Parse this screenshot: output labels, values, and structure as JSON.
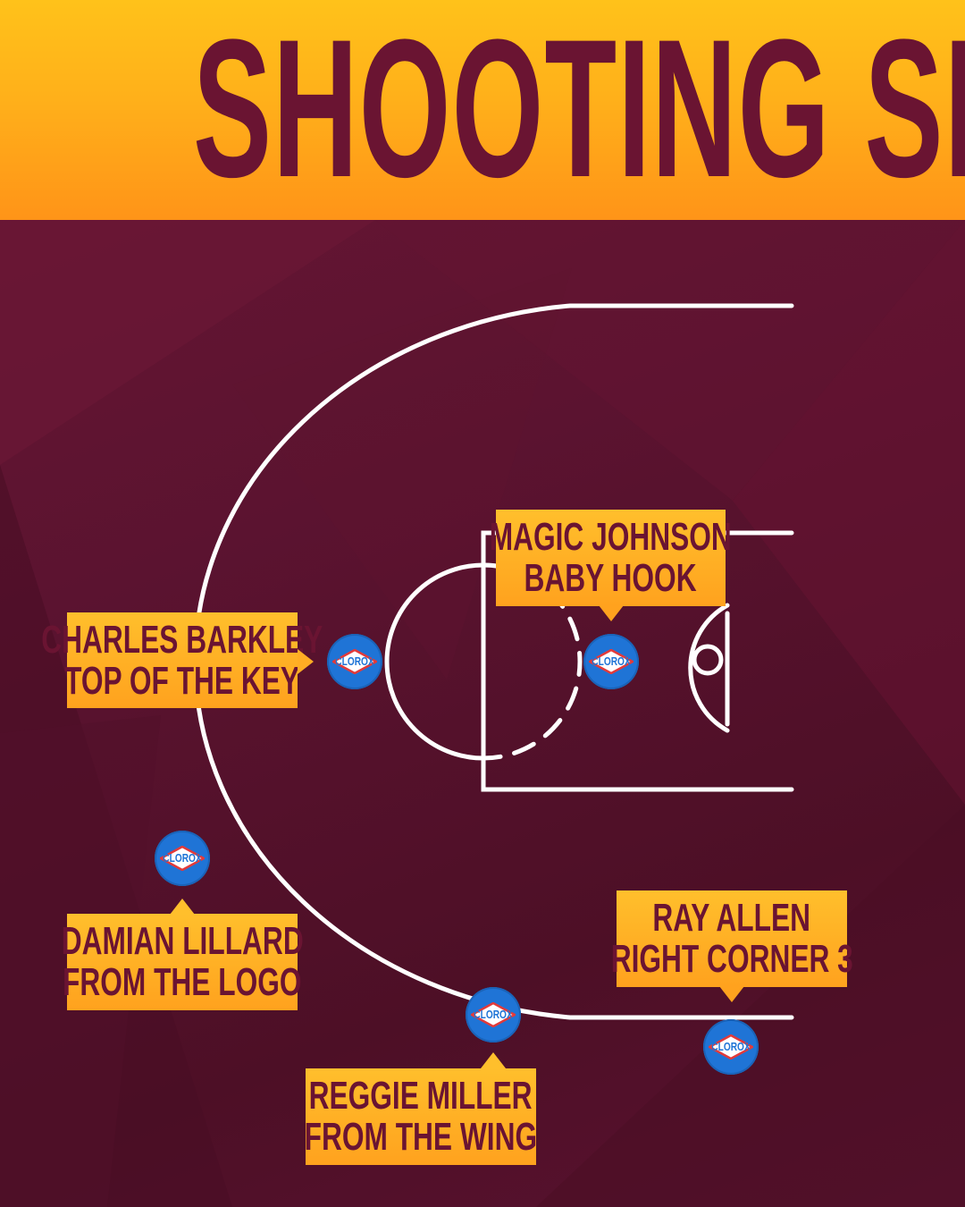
{
  "title": "SHOOTING SPOTS",
  "brand": "CLOROX",
  "colors": {
    "background": "#5a1228",
    "header": "#ffb01a",
    "title_text": "#6a1432",
    "court_lines": "#ffffff",
    "callout": "#ffad24",
    "badge": "#1f74d6"
  },
  "spots": [
    {
      "player": "MAGIC JOHNSON",
      "shot": "BABY HOOK"
    },
    {
      "player": "CHARLES BARKLEY",
      "shot": "TOP OF THE KEY"
    },
    {
      "player": "DAMIAN LILLARD",
      "shot": "FROM THE LOGO"
    },
    {
      "player": "RAY ALLEN",
      "shot": "RIGHT CORNER 3"
    },
    {
      "player": "REGGIE MILLER",
      "shot": "FROM THE WING"
    }
  ]
}
